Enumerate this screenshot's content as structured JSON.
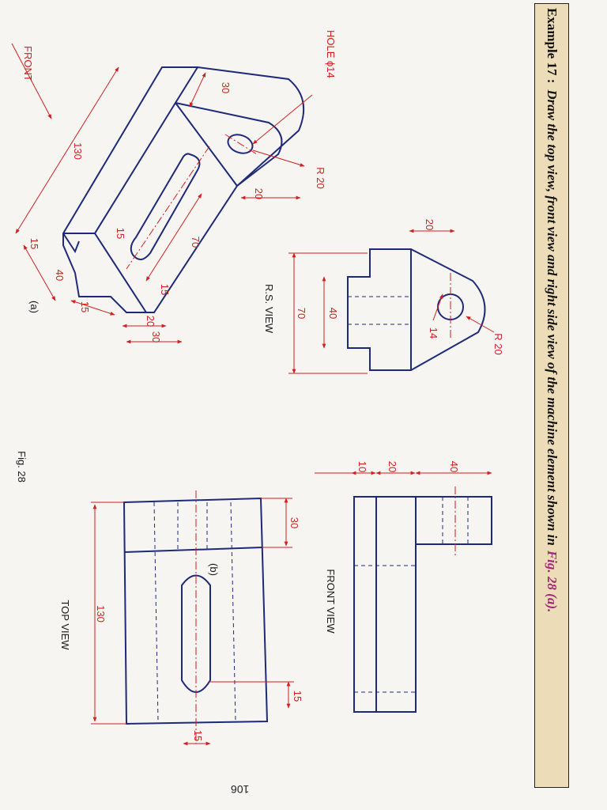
{
  "banner": {
    "lead": "Example 17 :",
    "body": "Draw the top view, front view and right side view of the machine element shown in",
    "ref": "Fig. 28 (a)."
  },
  "labels": {
    "front": "FRONT",
    "hole": "HOLE ϕ14",
    "rs_view": "R.S. VIEW",
    "front_view": "FRONT VIEW",
    "top_view": "TOP VIEW",
    "fig": "Fig. 28",
    "a": "(a)",
    "b": "(b)",
    "page_number": "106"
  },
  "dims": {
    "iso": [
      "130",
      "30",
      "R 20",
      "20",
      "15",
      "70",
      "15",
      "15",
      "40",
      "15",
      "20",
      "30"
    ],
    "rs": [
      "20",
      "70",
      "40",
      "R 20",
      "14"
    ],
    "front": [
      "10",
      "20",
      "40"
    ],
    "top": [
      "30",
      "130",
      "15",
      "15"
    ]
  },
  "colors": {
    "line": "#1e2a78",
    "dim": "#d02020",
    "banner_bg": "#ecdcb8",
    "ref": "#a0287a"
  }
}
